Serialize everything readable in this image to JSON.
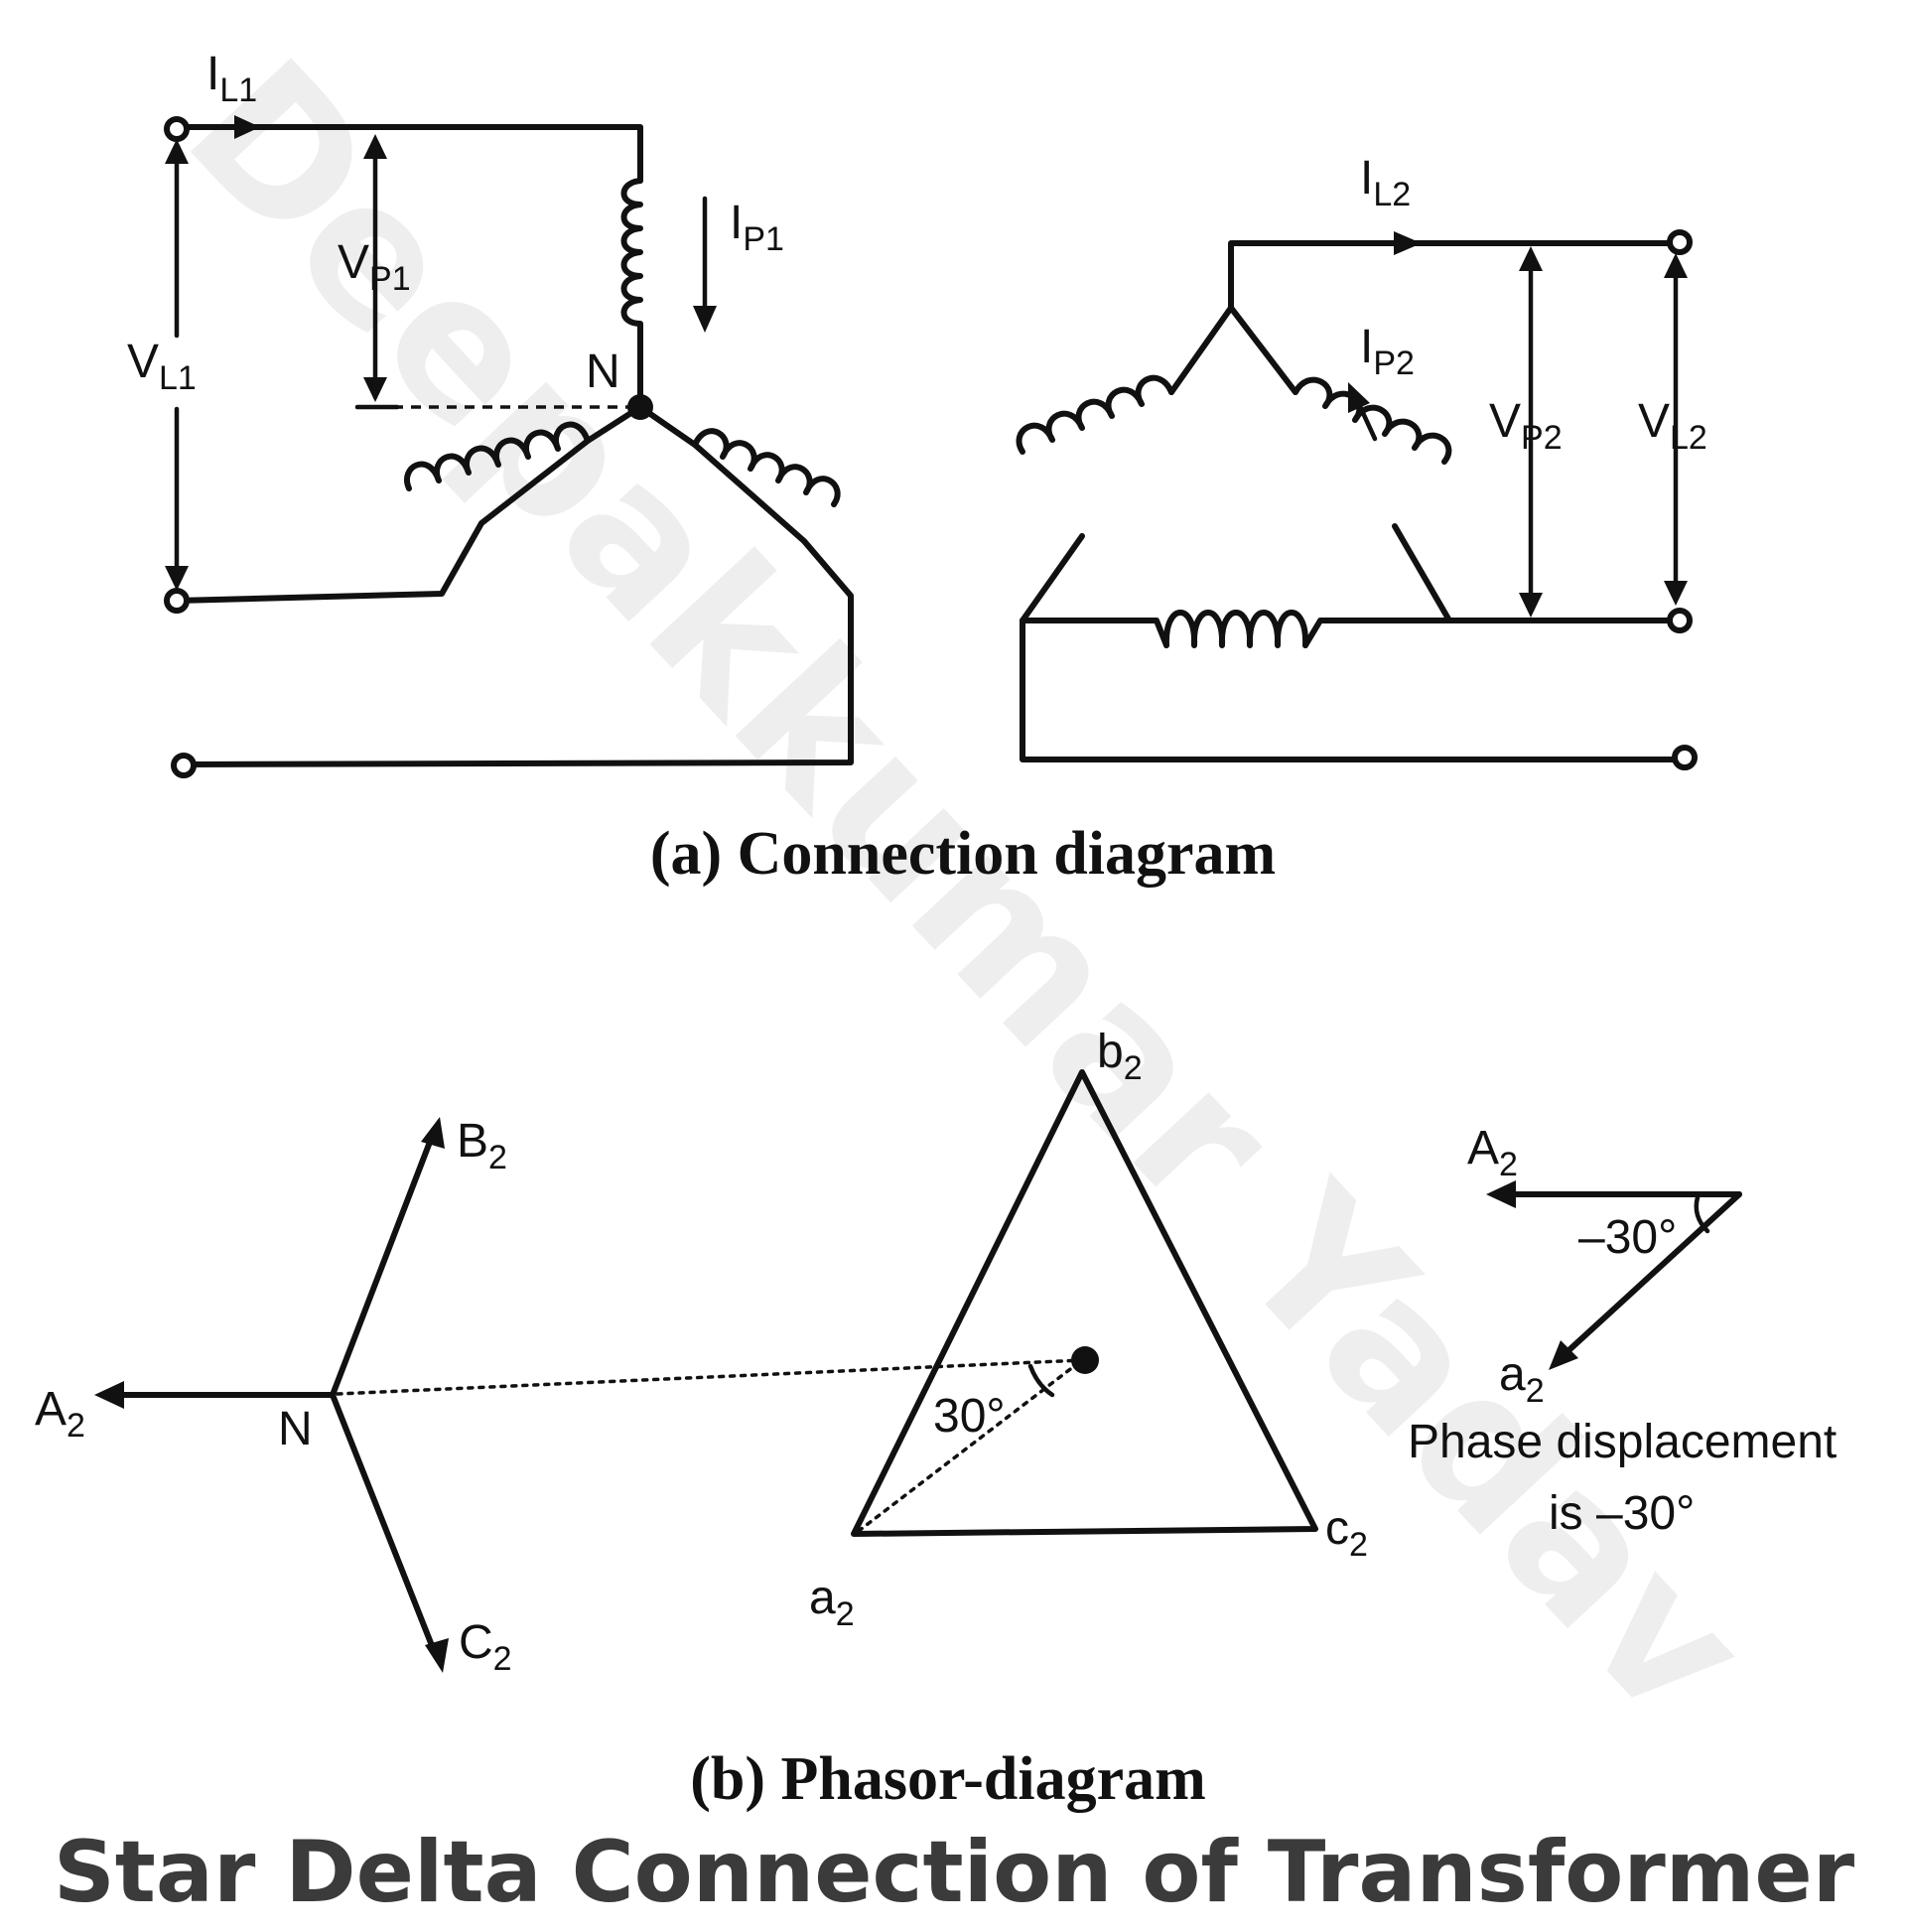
{
  "watermark": "Deepakkumar Yadav",
  "title": "Star Delta Connection of Transformer",
  "connection": {
    "caption": "(a) Connection diagram",
    "neutral": "N",
    "il1": {
      "main": "I",
      "sub": "L1"
    },
    "ip1": {
      "main": "I",
      "sub": "P1"
    },
    "vp1": {
      "main": "V",
      "sub": "P1"
    },
    "vl1": {
      "main": "V",
      "sub": "L1"
    },
    "il2": {
      "main": "I",
      "sub": "L2"
    },
    "ip2": {
      "main": "I",
      "sub": "P2"
    },
    "vp2": {
      "main": "V",
      "sub": "P2"
    },
    "vl2": {
      "main": "V",
      "sub": "L2"
    }
  },
  "phasor": {
    "caption": "(b)  Phasor-diagram",
    "neutral": "N",
    "A2": {
      "main": "A",
      "sub": "2"
    },
    "B2": {
      "main": "B",
      "sub": "2"
    },
    "C2": {
      "main": "C",
      "sub": "2"
    },
    "a2": {
      "main": "a",
      "sub": "2"
    },
    "b2": {
      "main": "b",
      "sub": "2"
    },
    "c2": {
      "main": "c",
      "sub": "2"
    },
    "angle_inner": "30°",
    "shift_A2": {
      "main": "A",
      "sub": "2"
    },
    "shift_a2": {
      "main": "a",
      "sub": "2"
    },
    "shift_angle": "–30°",
    "note_line1": "Phase displacement",
    "note_line2": "is –30°"
  }
}
